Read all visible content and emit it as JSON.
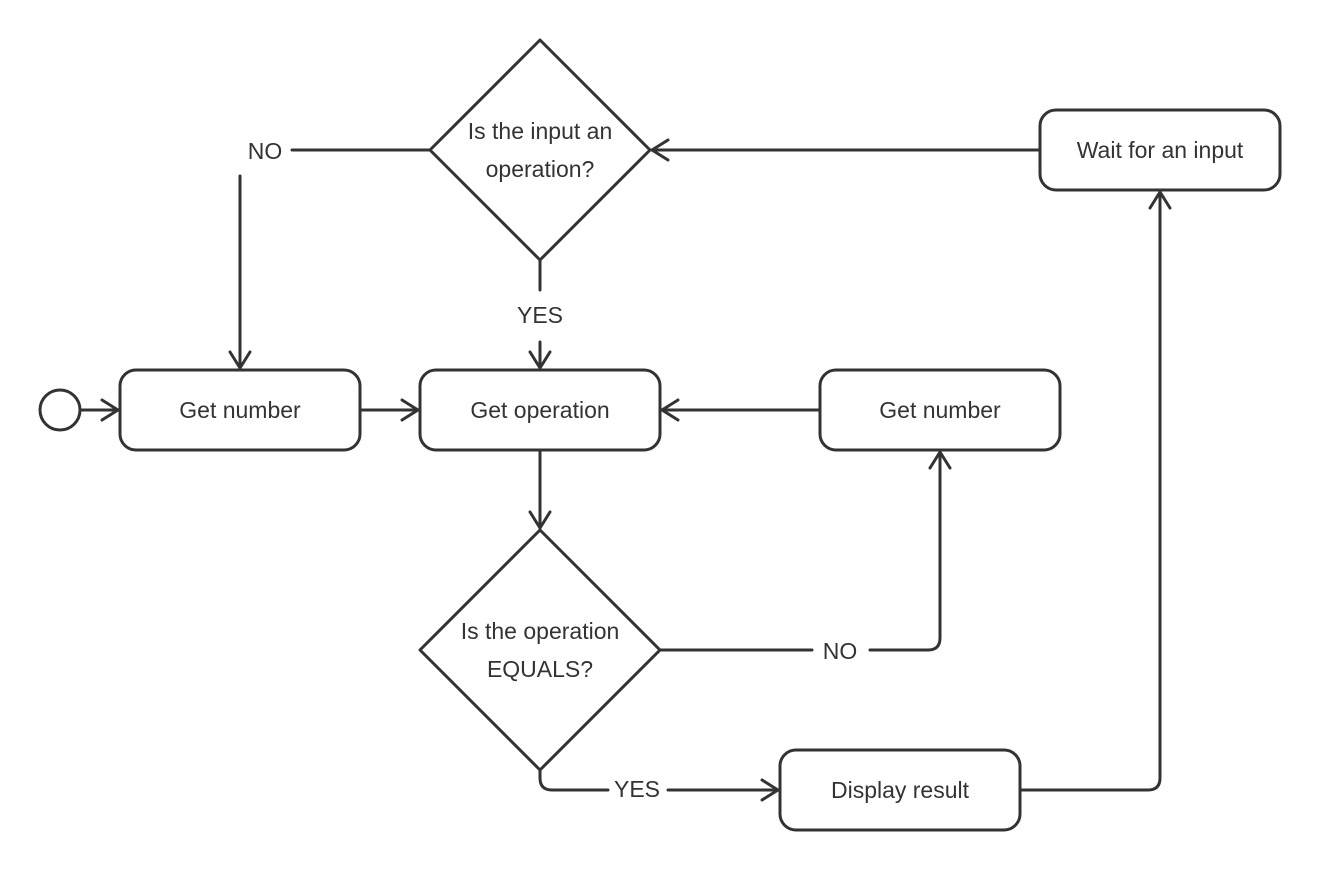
{
  "diagram": {
    "colors": {
      "stroke": "#333333",
      "text": "#333333",
      "background": "#ffffff"
    },
    "nodes": {
      "get_number_left": {
        "label": "Get number"
      },
      "get_operation": {
        "label": "Get operation"
      },
      "get_number_right": {
        "label": "Get number"
      },
      "wait_input": {
        "label": "Wait for an input"
      },
      "display_result": {
        "label": "Display result"
      },
      "decision_top": {
        "line1": "Is the input an",
        "line2": "operation?"
      },
      "decision_bottom": {
        "line1": "Is the operation",
        "line2": "EQUALS?"
      }
    },
    "edge_labels": {
      "top_no": "NO",
      "top_yes": "YES",
      "bottom_no": "NO",
      "bottom_yes": "YES"
    }
  }
}
